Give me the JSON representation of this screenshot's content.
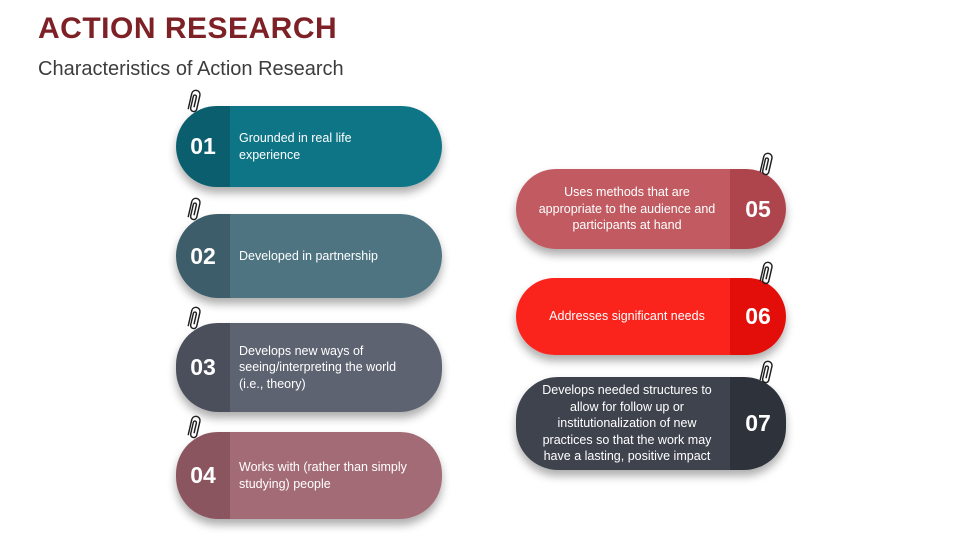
{
  "header": {
    "title": "ACTION RESEARCH",
    "subtitle": "Characteristics of Action Research",
    "title_color": "#7e2127",
    "subtitle_color": "#3d3d3d"
  },
  "decorations": {
    "card_marker_icon": "paperclip",
    "background_color": "#ffffff"
  },
  "cards": [
    {
      "number": "01",
      "text": "Grounded in real life experience",
      "body_color": "#0e7586",
      "number_color": "#0a5e6e",
      "side": "left"
    },
    {
      "number": "02",
      "text": "Developed in partnership",
      "body_color": "#4e7482",
      "number_color": "#3d5d6a",
      "side": "left"
    },
    {
      "number": "03",
      "text": "Develops new ways of seeing/interpreting the world (i.e., theory)",
      "body_color": "#5d6370",
      "number_color": "#4a4f5b",
      "side": "left"
    },
    {
      "number": "04",
      "text": "Works with (rather than simply studying) people",
      "body_color": "#a36b75",
      "number_color": "#8b5560",
      "side": "left"
    },
    {
      "number": "05",
      "text": "Uses methods that are appropriate to the audience and participants at hand",
      "body_color": "#c15b61",
      "number_color": "#ae454c",
      "side": "right"
    },
    {
      "number": "06",
      "text": "Addresses significant needs",
      "body_color": "#fb241c",
      "number_color": "#e30d09",
      "side": "right"
    },
    {
      "number": "07",
      "text": "Develops needed structures to allow for follow up or institutionalization of new practices so that the work may have a lasting, positive impact",
      "body_color": "#3e434e",
      "number_color": "#2d323b",
      "side": "right"
    }
  ]
}
